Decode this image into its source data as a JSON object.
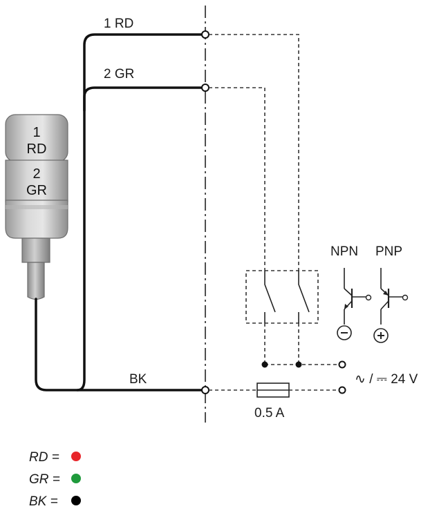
{
  "wires": {
    "red_label": "1 RD",
    "green_label": "2 GR",
    "black_label": "BK"
  },
  "tower": {
    "segment1_number": "1",
    "segment1_color": "RD",
    "segment2_number": "2",
    "segment2_color": "GR"
  },
  "outputs": {
    "npn_label": "NPN",
    "pnp_label": "PNP",
    "npn_polarity": "−",
    "pnp_polarity": "+"
  },
  "supply": {
    "voltage_label": "∿ / ⎓ 24 V",
    "fuse_label": "0.5 A"
  },
  "legend": [
    {
      "code": "RD =",
      "color": "#e8262b"
    },
    {
      "code": "GR =",
      "color": "#1f9a3c"
    },
    {
      "code": "BK =",
      "color": "#000000"
    }
  ]
}
